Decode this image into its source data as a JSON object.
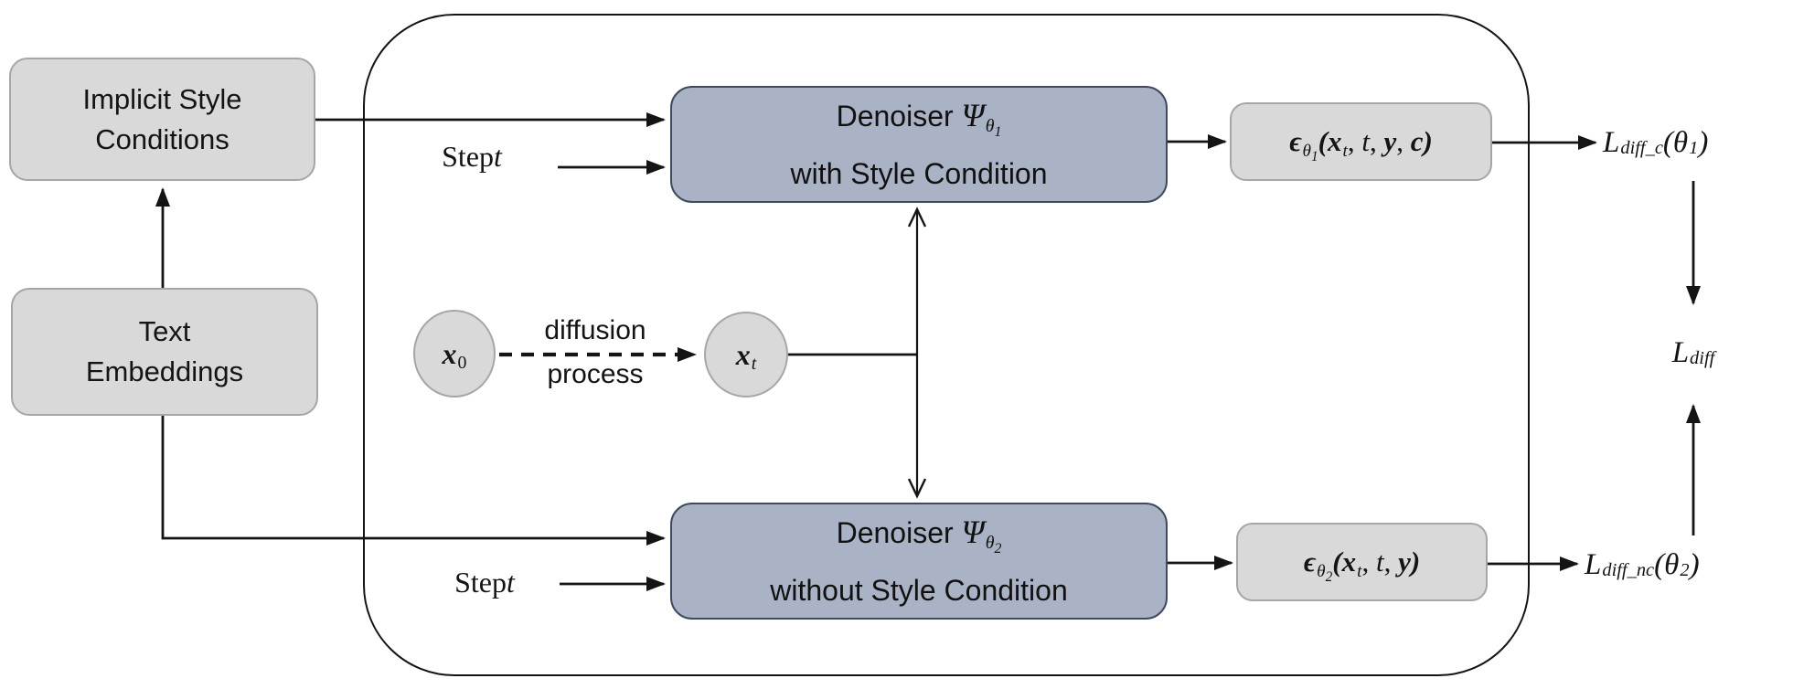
{
  "colors": {
    "background": "#ffffff",
    "gray_fill": "#d9d9d9",
    "gray_border": "#a6a6a6",
    "denoiser_fill": "#aab3c5",
    "denoiser_border": "#3f4a5f",
    "line": "#141414",
    "text": "#141414"
  },
  "left_column": {
    "implicit_style_conditions": {
      "line1": "Implicit Style",
      "line2": "Conditions"
    },
    "text_embeddings": {
      "line1": "Text",
      "line2": "Embeddings"
    }
  },
  "container": {
    "denoiser1": {
      "label": "Denoiser ",
      "symbol": "Ψ",
      "sub": "θ",
      "subsub": "1",
      "line2": "with Style Condition"
    },
    "denoiser2": {
      "label": "Denoiser ",
      "symbol": "Ψ",
      "sub": "θ",
      "subsub": "2",
      "line2": "without Style Condition"
    },
    "step_t_top": {
      "word": "Step ",
      "var": "t"
    },
    "step_t_bottom": {
      "word": "Step ",
      "var": "t"
    },
    "x0": {
      "sym": "x",
      "sub": "0"
    },
    "xt": {
      "sym": "x",
      "sub": "t"
    },
    "diffusion_process": {
      "line1": "diffusion",
      "line2": "process"
    },
    "eps1": {
      "eps": "ϵ",
      "sub": "θ",
      "subsub": "1",
      "open": "(",
      "x": "x",
      "xsub": "t",
      "sep1": ", ",
      "t": "t",
      "sep2": ", ",
      "y": "y",
      "sep3": ", ",
      "c": "c",
      "close": ")"
    },
    "eps2": {
      "eps": "ϵ",
      "sub": "θ",
      "subsub": "2",
      "open": "(",
      "x": "x",
      "xsub": "t",
      "sep1": ", ",
      "t": "t",
      "sep2": ", ",
      "y": "y",
      "close": ")"
    }
  },
  "losses": {
    "loss_c": {
      "base": "L",
      "sub": "diff_c",
      "open": "(",
      "sym": "θ",
      "symsub": "1",
      "close": ")"
    },
    "loss_diff": {
      "base": "L",
      "sub": "diff"
    },
    "loss_nc": {
      "base": "L",
      "sub": "diff_nc",
      "open": "(",
      "sym": "θ",
      "symsub": "2",
      "close": ")"
    }
  }
}
